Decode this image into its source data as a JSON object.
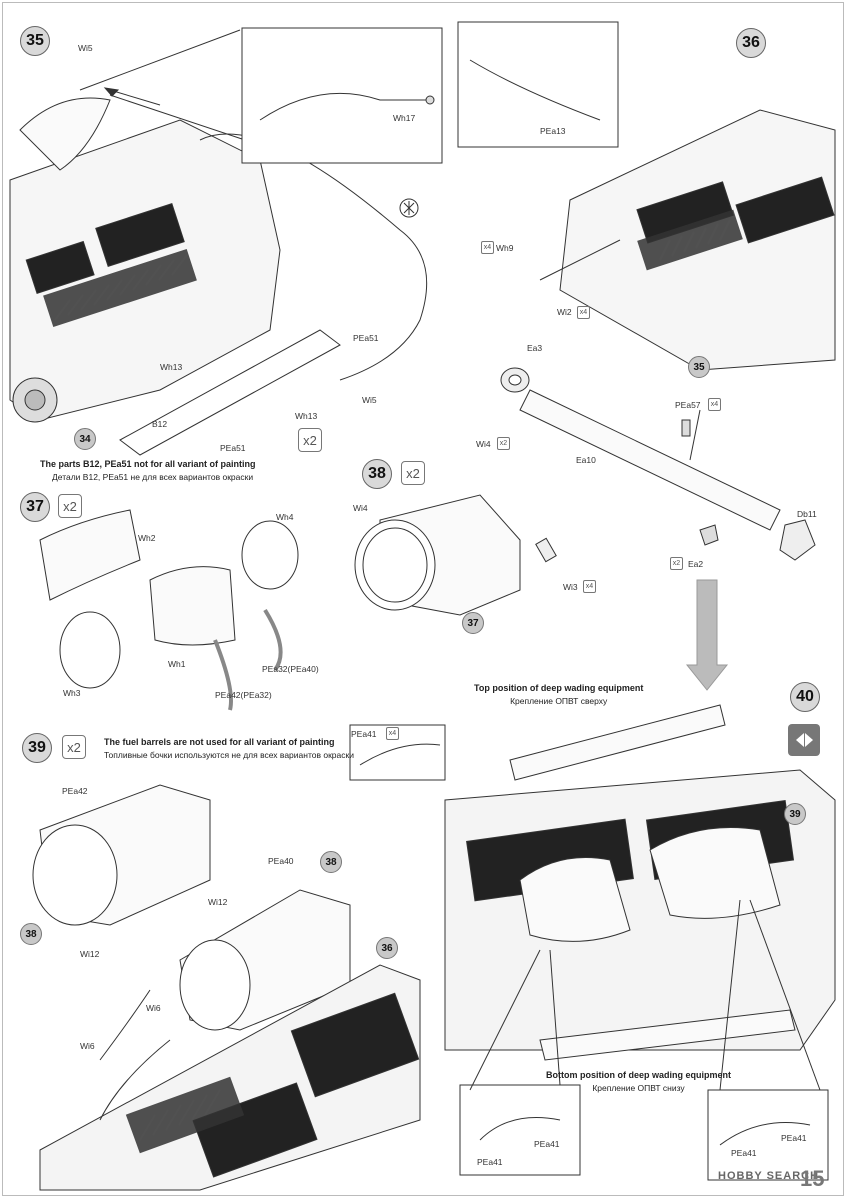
{
  "page": {
    "number": "15",
    "watermark": "HOBBY SEARCH"
  },
  "steps": {
    "s35": "35",
    "s36": "36",
    "s37": "37",
    "s38": "38",
    "s39": "39",
    "s40": "40"
  },
  "sub_refs": {
    "r34": "34",
    "r35": "35",
    "r37": "37",
    "r38a": "38",
    "r38b": "38",
    "r36": "36",
    "r39": "39"
  },
  "multipliers": {
    "m35": "x2",
    "m37": "x2",
    "m38": "x2",
    "m39": "x2",
    "wi4": "x2",
    "wh9": "x4",
    "wi2": "x4",
    "pea57": "x4",
    "wi3": "x4",
    "ea2": "x2",
    "pea41": "x4"
  },
  "notes": {
    "b12_en": "The parts B12, PEa51 not for all variant of painting",
    "b12_ru": "Детали B12, PEa51 не для всех вариантов окраски",
    "barrels_en": "The fuel barrels are not used for all variant of painting",
    "barrels_ru": "Топливные бочки используются не для всех вариантов окраски",
    "top_en": "Top position of deep wading equipment",
    "top_ru": "Крепление ОПВТ сверху",
    "bottom_en": "Bottom position of deep wading equipment",
    "bottom_ru": "Крепление ОПВТ снизу"
  },
  "labels": {
    "wi5_top": "Wi5",
    "wh17": "Wh17",
    "pea13": "PEa13",
    "pea51a": "PEa51",
    "wh13a": "Wh13",
    "wh13b": "Wh13",
    "wi5b": "Wi5",
    "b12": "B12",
    "pea51b": "PEa51",
    "wh9": "Wh9",
    "wi2": "Wi2",
    "ea3": "Ea3",
    "pea57": "PEa57",
    "ea10": "Ea10",
    "db11": "Db11",
    "ea2": "Ea2",
    "wh2": "Wh2",
    "wh4": "Wh4",
    "wh1": "Wh1",
    "wh3": "Wh3",
    "pea32": "PEa32(PEa40)",
    "pea42": "PEa42(PEa32)",
    "wi4": "Wi4",
    "wi4b": "Wi4",
    "wi3": "Wi3",
    "pea41top": "PEa41",
    "pea42b": "PEa42",
    "pea40": "PEa40",
    "wi12a": "Wi12",
    "wi12b": "Wi12",
    "wi6a": "Wi6",
    "wi6b": "Wi6",
    "pea41a": "PEa41",
    "pea41b": "PEa41",
    "pea41c": "PEa41",
    "pea41d": "PEa41"
  }
}
